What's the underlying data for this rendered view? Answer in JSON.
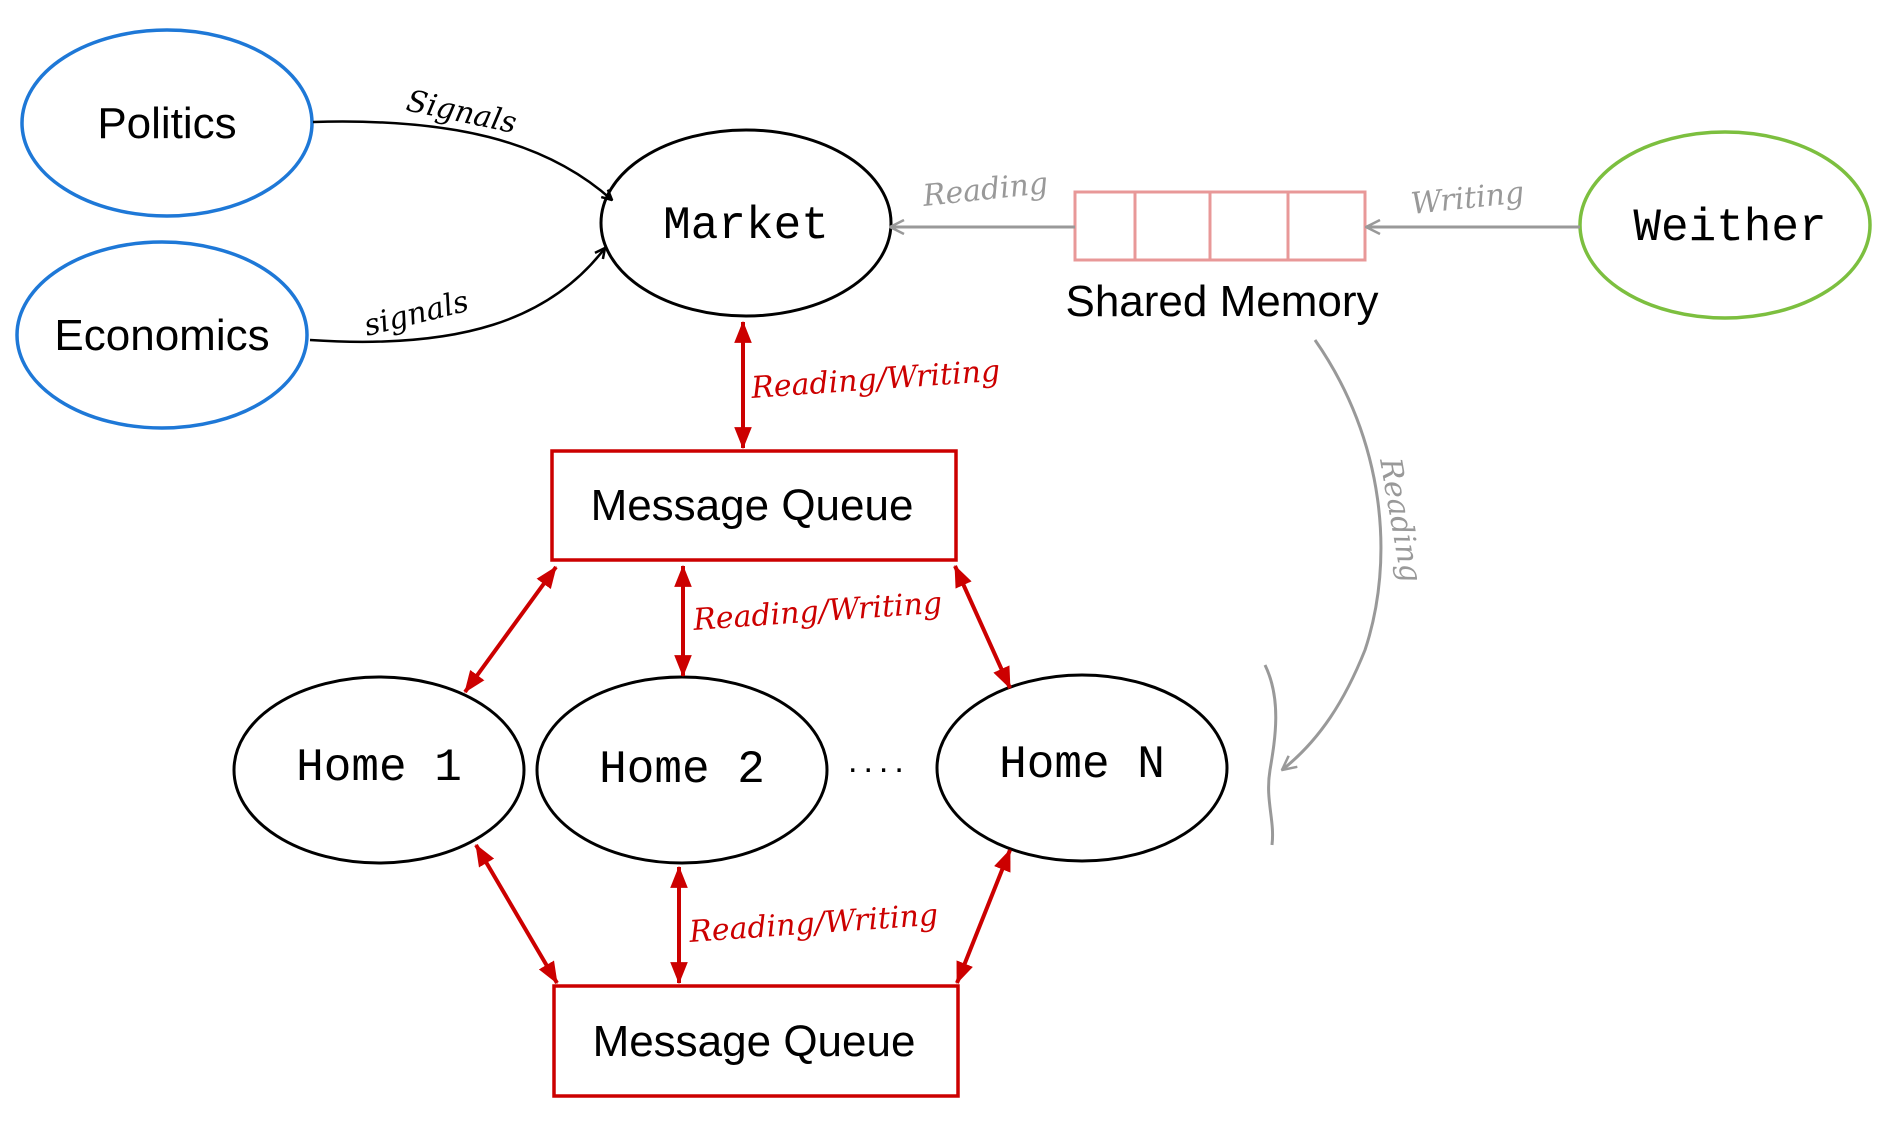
{
  "nodes": {
    "politics": "Politics",
    "economics": "Economics",
    "market": "Market",
    "weither": "Weither",
    "shared_memory": "Shared Memory",
    "message_queue_top": "Message Queue",
    "message_queue_bottom": "Message Queue",
    "home1": "Home 1",
    "home2": "Home 2",
    "homeN": "Home N",
    "ellipsis": "...."
  },
  "edges": {
    "politics_signals": "Signals",
    "economics_signals": "signals",
    "market_reading": "Reading",
    "weither_writing": "Writing",
    "market_queue": "Reading/Writing",
    "queue_home2": "Reading/Writing",
    "home2_queue": "Reading/Writing",
    "memory_homes": "Reading"
  },
  "colors": {
    "blue": "#1e78d7",
    "green": "#7cbf3f",
    "red": "#cc0000",
    "pink": "#e89898",
    "gray": "#999999",
    "black": "#000000"
  }
}
